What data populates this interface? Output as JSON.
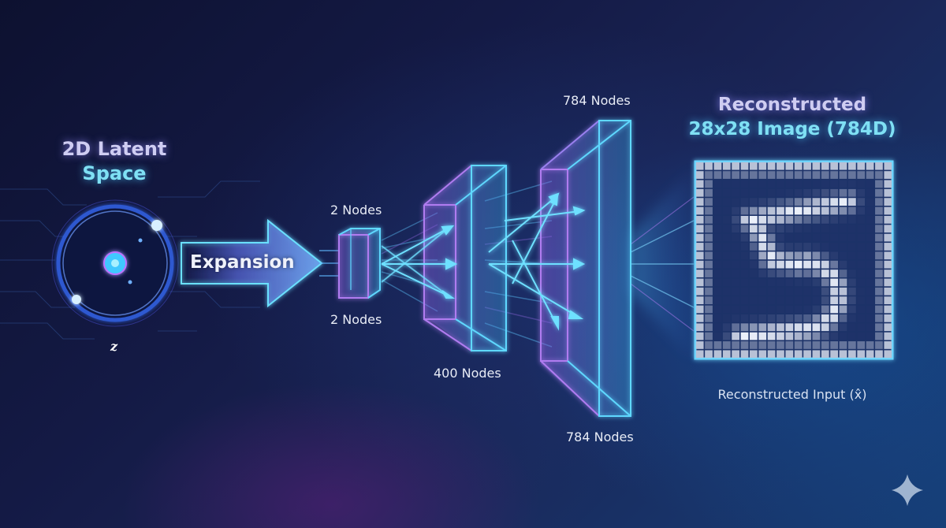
{
  "latent": {
    "title_line1": "2D Latent",
    "title_line2": "Space",
    "symbol": "z",
    "icon": "glowing-orb"
  },
  "expansion": {
    "label": "Expansion",
    "icon": "arrow-right"
  },
  "layers": [
    {
      "top_label": "2 Nodes",
      "bottom_label": "2 Nodes"
    },
    {
      "bottom_label": "400 Nodes"
    },
    {
      "top_label": "784 Nodes",
      "bottom_label": "784 Nodes"
    }
  ],
  "output": {
    "title_line1": "Reconstructed",
    "title_line2": "28x28 Image (784D)",
    "caption": "Reconstructed Input (x̂)",
    "digit": "5",
    "grid_cells": 22
  },
  "watermark": {
    "icon": "sparkle"
  },
  "colors": {
    "lavender": "#cfcdf2",
    "cyan": "#7fe0f4",
    "purple": "#b07cf0",
    "accent": "#5fd8ff"
  }
}
